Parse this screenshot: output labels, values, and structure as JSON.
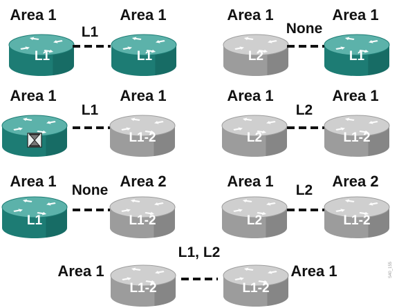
{
  "colors": {
    "l1_top": "#5cb2aa",
    "l1_side": "#1d7c74",
    "l1_shadow": "#0f4f4a",
    "l2_top": "#cfcfcf",
    "l2_side": "#9c9c9c",
    "l2_shadow": "#5f5f5f",
    "ink": "#111111"
  },
  "pairs": [
    {
      "link": "L1",
      "left": {
        "area": "Area 1",
        "level": "L1",
        "style": "teal"
      },
      "right": {
        "area": "Area 1",
        "level": "L1",
        "style": "teal"
      }
    },
    {
      "link": "None",
      "left": {
        "area": "Area 1",
        "level": "L2",
        "style": "gray"
      },
      "right": {
        "area": "Area 1",
        "level": "L1",
        "style": "teal"
      }
    },
    {
      "link": "L1",
      "left": {
        "area": "Area 1",
        "level": "",
        "style": "teal",
        "icon": "hourglass-icon"
      },
      "right": {
        "area": "Area 1",
        "level": "L1-2",
        "style": "gray"
      }
    },
    {
      "link": "L2",
      "left": {
        "area": "Area 1",
        "level": "L2",
        "style": "gray"
      },
      "right": {
        "area": "Area 1",
        "level": "L1-2",
        "style": "gray"
      }
    },
    {
      "link": "None",
      "left": {
        "area": "Area 1",
        "level": "L1",
        "style": "teal"
      },
      "right": {
        "area": "Area 2",
        "level": "L1-2",
        "style": "gray"
      }
    },
    {
      "link": "L2",
      "left": {
        "area": "Area 1",
        "level": "L2",
        "style": "gray"
      },
      "right": {
        "area": "Area 2",
        "level": "L1-2",
        "style": "gray"
      }
    },
    {
      "link": "L1, L2",
      "left": {
        "area": "Area 1",
        "level": "L1-2",
        "style": "gray"
      },
      "right": {
        "area": "Area 1",
        "level": "L1-2",
        "style": "gray"
      }
    }
  ],
  "figure_id": "S40_155"
}
